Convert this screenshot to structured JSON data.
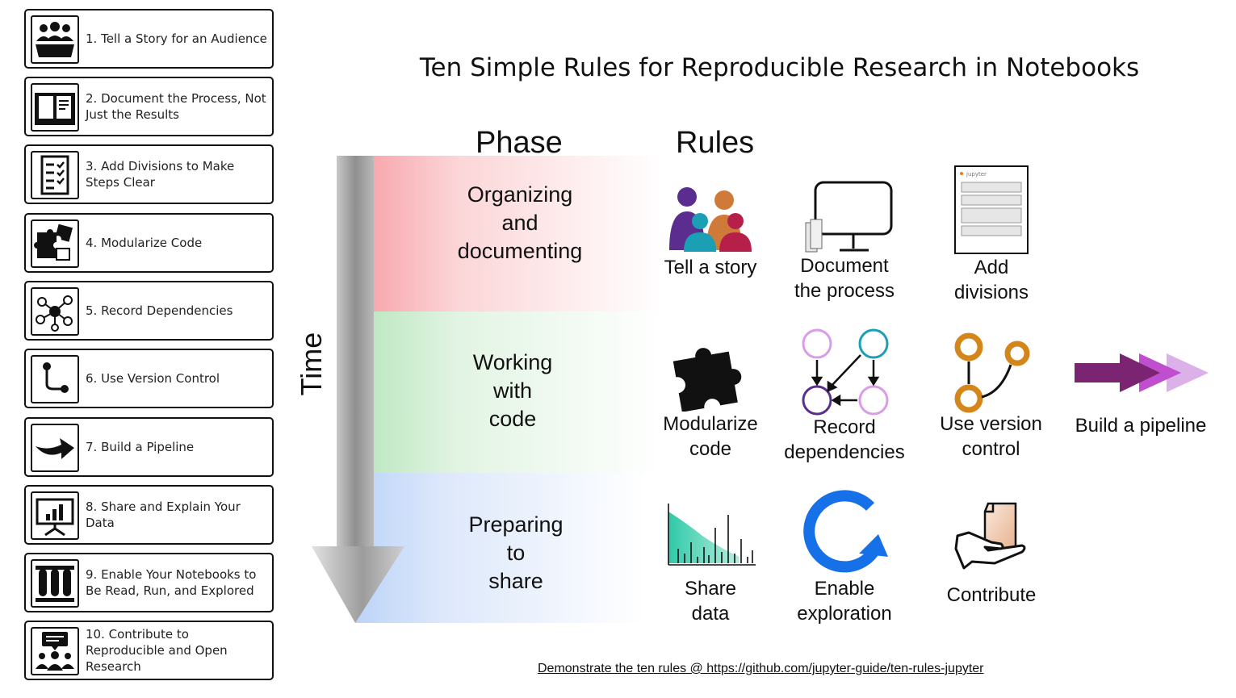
{
  "title": "Ten Simple Rules for Reproducible Research in Notebooks",
  "headers": {
    "phase": "Phase",
    "rules": "Rules",
    "time": "Time"
  },
  "rule_list": [
    {
      "label": "1. Tell a Story for an Audience",
      "icon": "audience-icon"
    },
    {
      "label": "2. Document the Process, Not Just the Results",
      "icon": "book-icon"
    },
    {
      "label": "3. Add Divisions to Make Steps Clear",
      "icon": "checklist-icon"
    },
    {
      "label": "4. Modularize Code",
      "icon": "puzzle-icon"
    },
    {
      "label": "5. Record Dependencies",
      "icon": "network-icon"
    },
    {
      "label": "6. Use Version Control",
      "icon": "branch-icon"
    },
    {
      "label": "7. Build a Pipeline",
      "icon": "arrow-icon"
    },
    {
      "label": "8. Share and Explain Your Data",
      "icon": "presentation-icon"
    },
    {
      "label": "9. Enable Your Notebooks to Be Read, Run, and Explored",
      "icon": "test-tubes-icon"
    },
    {
      "label": "10. Contribute to Reproducible and Open Research",
      "icon": "community-icon"
    }
  ],
  "phases": [
    {
      "lines": [
        "Organizing",
        "and",
        "documenting"
      ],
      "rules": [
        {
          "lines": [
            "Tell a story"
          ],
          "icon": "people-icon"
        },
        {
          "lines": [
            "Document",
            "the process"
          ],
          "icon": "monitor-icon"
        },
        {
          "lines": [
            "Add",
            "divisions"
          ],
          "icon": "notebook-icon",
          "badge": "jupyter"
        }
      ]
    },
    {
      "lines": [
        "Working",
        "with",
        "code"
      ],
      "rules": [
        {
          "lines": [
            "Modularize",
            "code"
          ],
          "icon": "puzzle-piece-icon"
        },
        {
          "lines": [
            "Record",
            "dependencies"
          ],
          "icon": "dependency-graph-icon"
        },
        {
          "lines": [
            "Use version",
            "control"
          ],
          "icon": "version-branch-icon"
        },
        {
          "lines": [
            "Build a pipeline"
          ],
          "icon": "pipeline-arrows-icon"
        }
      ]
    },
    {
      "lines": [
        "Preparing",
        "to",
        "share"
      ],
      "rules": [
        {
          "lines": [
            "Share",
            "data"
          ],
          "icon": "spectrum-chart-icon"
        },
        {
          "lines": [
            "Enable",
            "exploration"
          ],
          "icon": "refresh-icon"
        },
        {
          "lines": [
            "Contribute"
          ],
          "icon": "hand-document-icon"
        }
      ]
    }
  ],
  "footer": "Demonstrate the ten rules @ https://github.com/jupyter-guide/ten-rules-jupyter",
  "colors": {
    "purple": "#5b2d8e",
    "teal": "#1a9fb5",
    "orange": "#d07a3a",
    "crimson": "#b51f4a",
    "gold": "#d4861b",
    "pipeline_dark": "#7b2472",
    "pipeline_mid": "#c04fcf",
    "pipeline_light": "#dcb0e8",
    "refresh_blue": "#1670e8",
    "band_red": "#f8a8ae",
    "band_green": "#bfe8c2",
    "band_blue": "#bcd4f8"
  }
}
